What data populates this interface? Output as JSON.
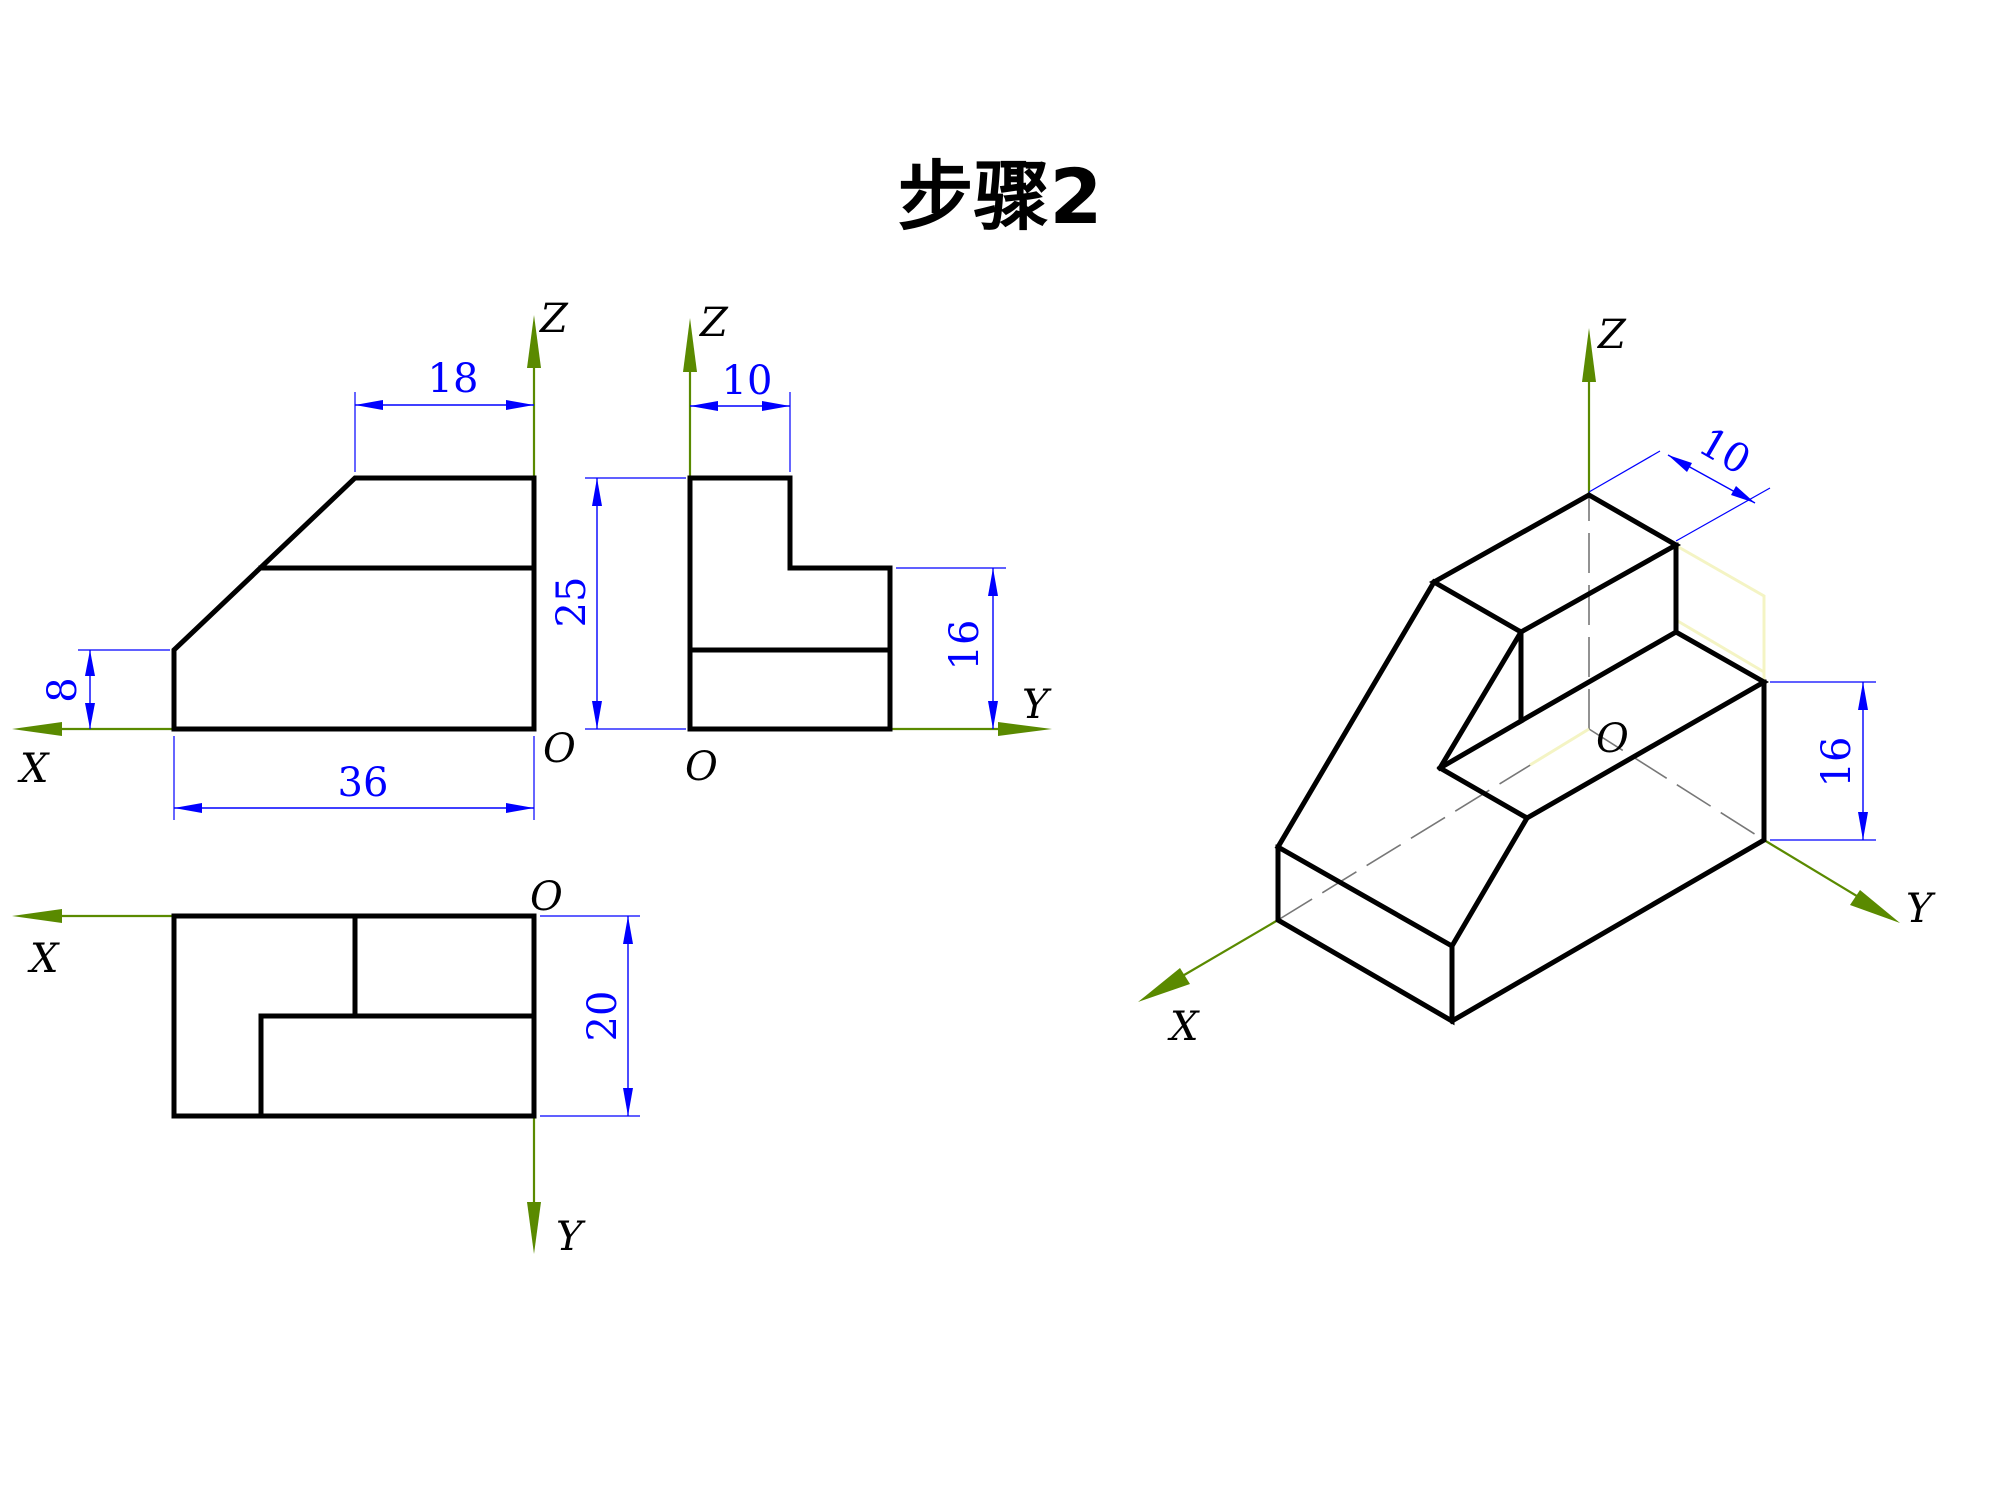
{
  "title": "步骤2",
  "axes": {
    "x": "X",
    "y": "Y",
    "z": "Z",
    "origin": "O"
  },
  "dimensions": {
    "front_top_width": "18",
    "front_left_height": "8",
    "front_total_width": "36",
    "overall_height": "25",
    "side_top_depth": "10",
    "side_step_height": "16",
    "top_depth": "20",
    "iso_depth": "10",
    "iso_step_height": "16"
  },
  "colors": {
    "object": "#000000",
    "axis": "#5a8a00",
    "dimension": "#0000ff",
    "hidden": "#777777"
  }
}
